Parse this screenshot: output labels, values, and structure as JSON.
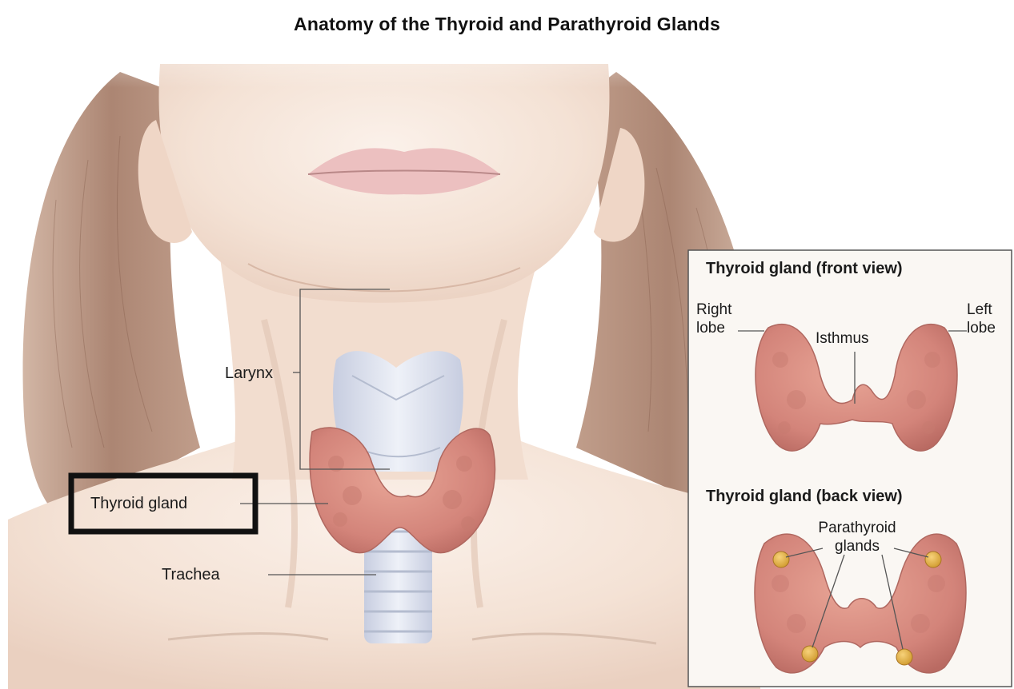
{
  "title": "Anatomy of the Thyroid and Parathyroid Glands",
  "labels": {
    "larynx": "Larynx",
    "thyroid_gland": "Thyroid gland",
    "trachea": "Trachea"
  },
  "highlighted_label": "Thyroid gland",
  "inset": {
    "front_view": {
      "heading": "Thyroid gland (front view)",
      "right_lobe": [
        "Right",
        "lobe"
      ],
      "left_lobe": [
        "Left",
        "lobe"
      ],
      "isthmus": "Isthmus"
    },
    "back_view": {
      "heading": "Thyroid gland (back view)",
      "parathyroid": [
        "Parathyroid",
        "glands"
      ]
    }
  },
  "colors": {
    "hair": "#9a6e56",
    "skin": "#f4e3d6",
    "thyroid": "#d98a7c",
    "cartilage": "#dde2ee",
    "parathyroid": "#e8b24a",
    "highlight_box": "#111111"
  }
}
